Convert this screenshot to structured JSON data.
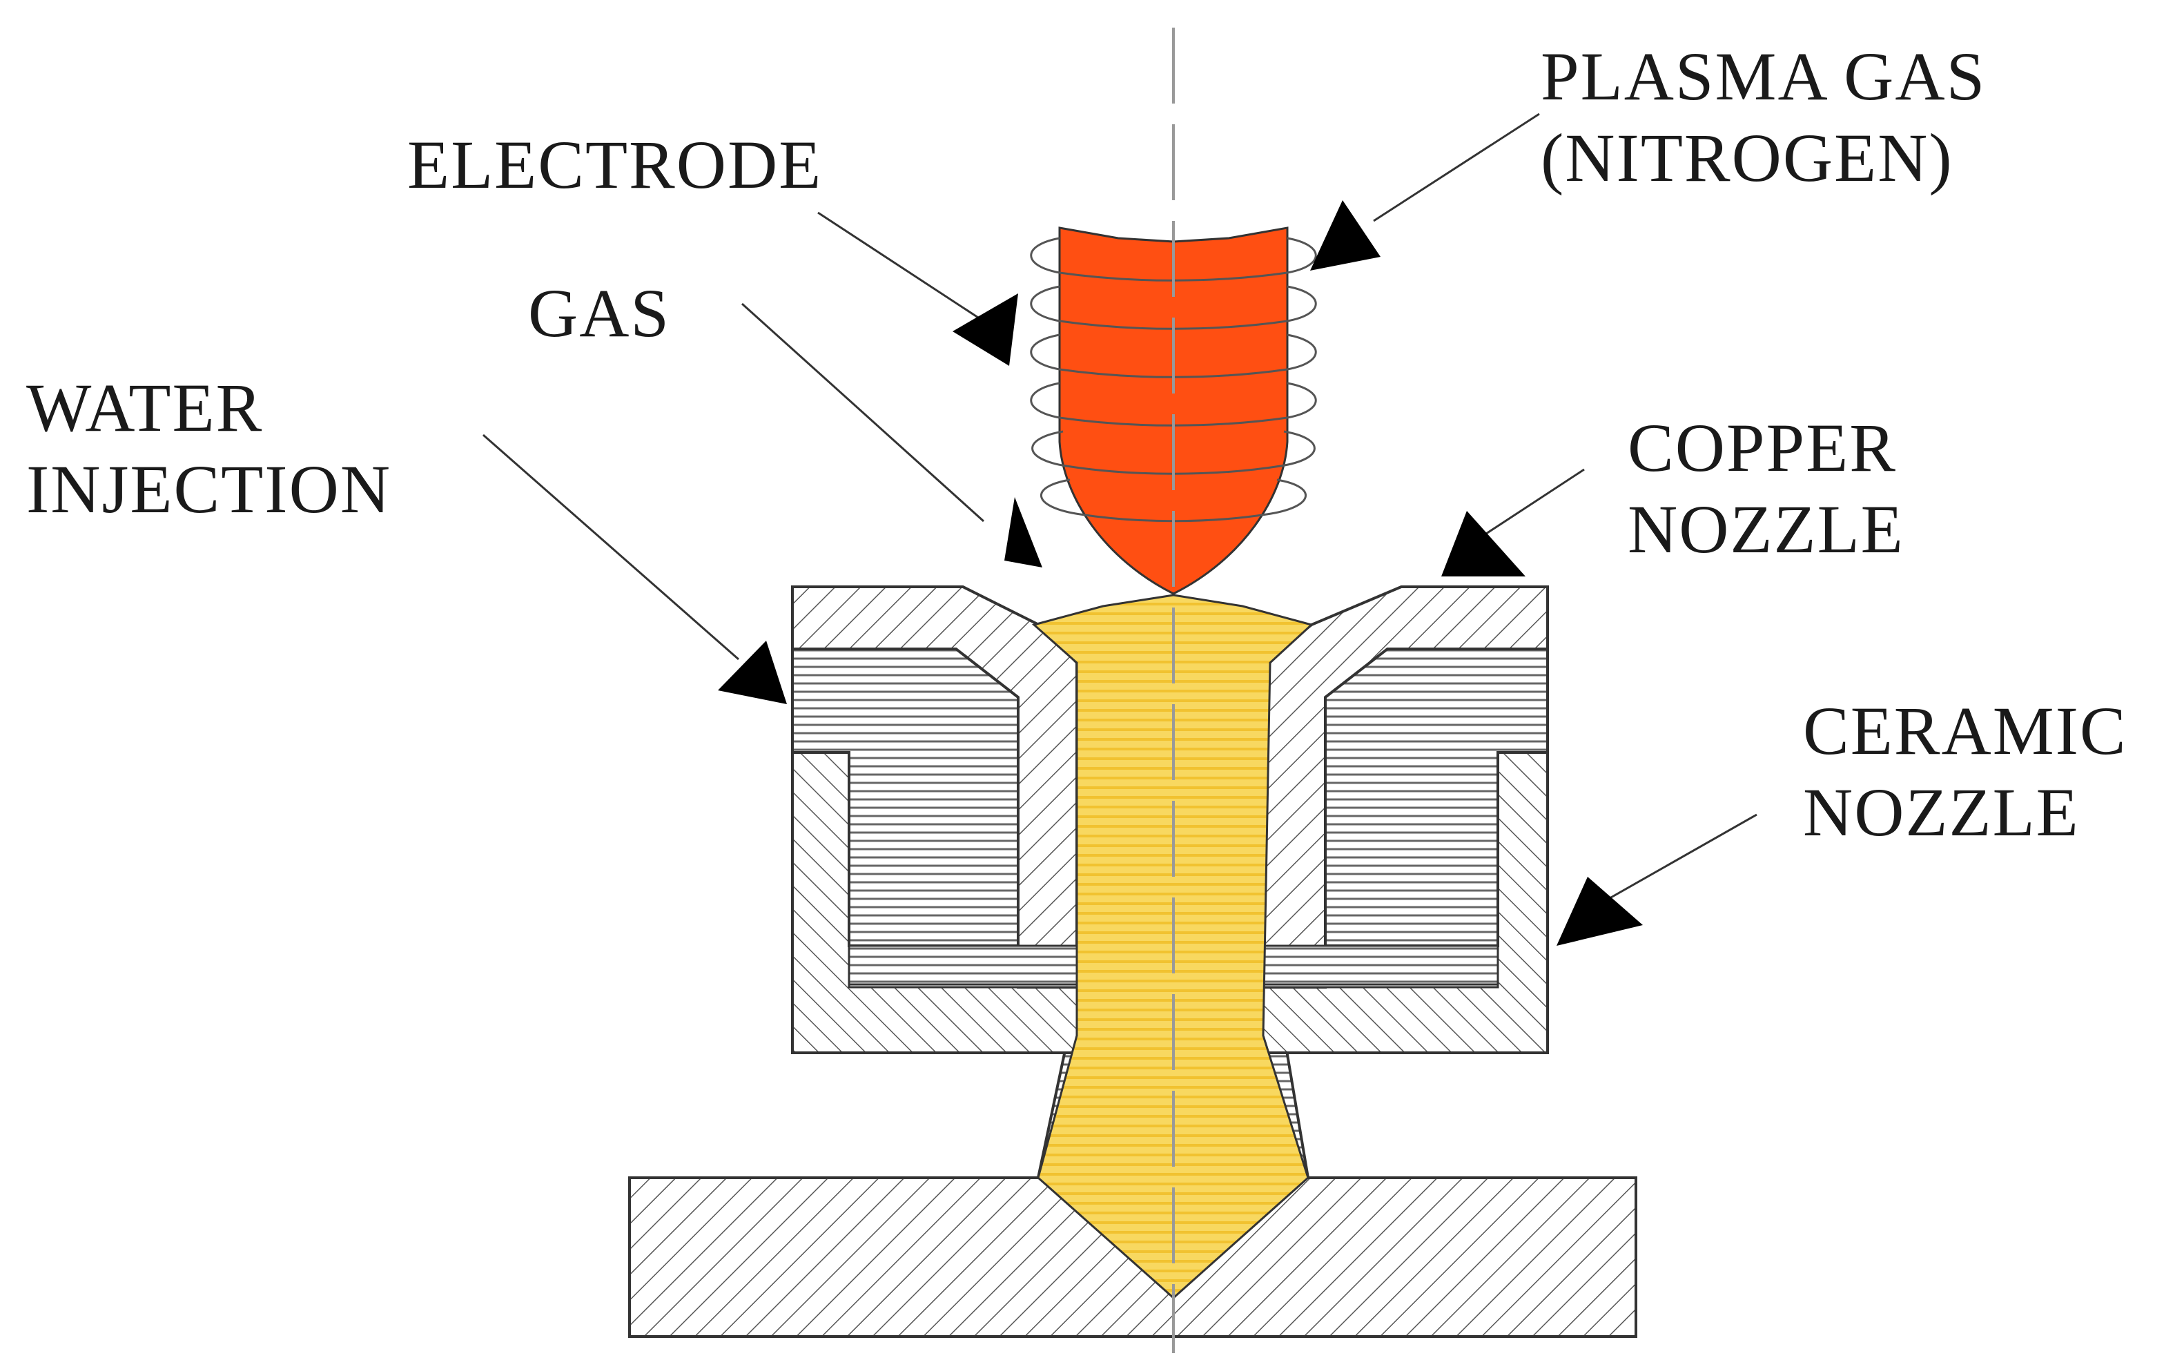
{
  "labels": {
    "electrode": [
      "ELECTRODE"
    ],
    "plasma_gas": [
      "PLASMA GAS",
      "(NITROGEN)"
    ],
    "gas": [
      "GAS"
    ],
    "water_injection": [
      "WATER",
      "INJECTION"
    ],
    "copper_nozzle": [
      "COPPER",
      "NOZZLE"
    ],
    "ceramic_nozzle": [
      "CERAMIC",
      "NOZZLE"
    ]
  },
  "colors": {
    "electrode": "#FF4F12",
    "plasma_jet": "#F8D860",
    "plasma_jet_stripe": "#F1C230",
    "hatch_line": "#555555",
    "outline": "#333333",
    "arrowhead": "#000000",
    "label_text": "#1a1a1a"
  }
}
